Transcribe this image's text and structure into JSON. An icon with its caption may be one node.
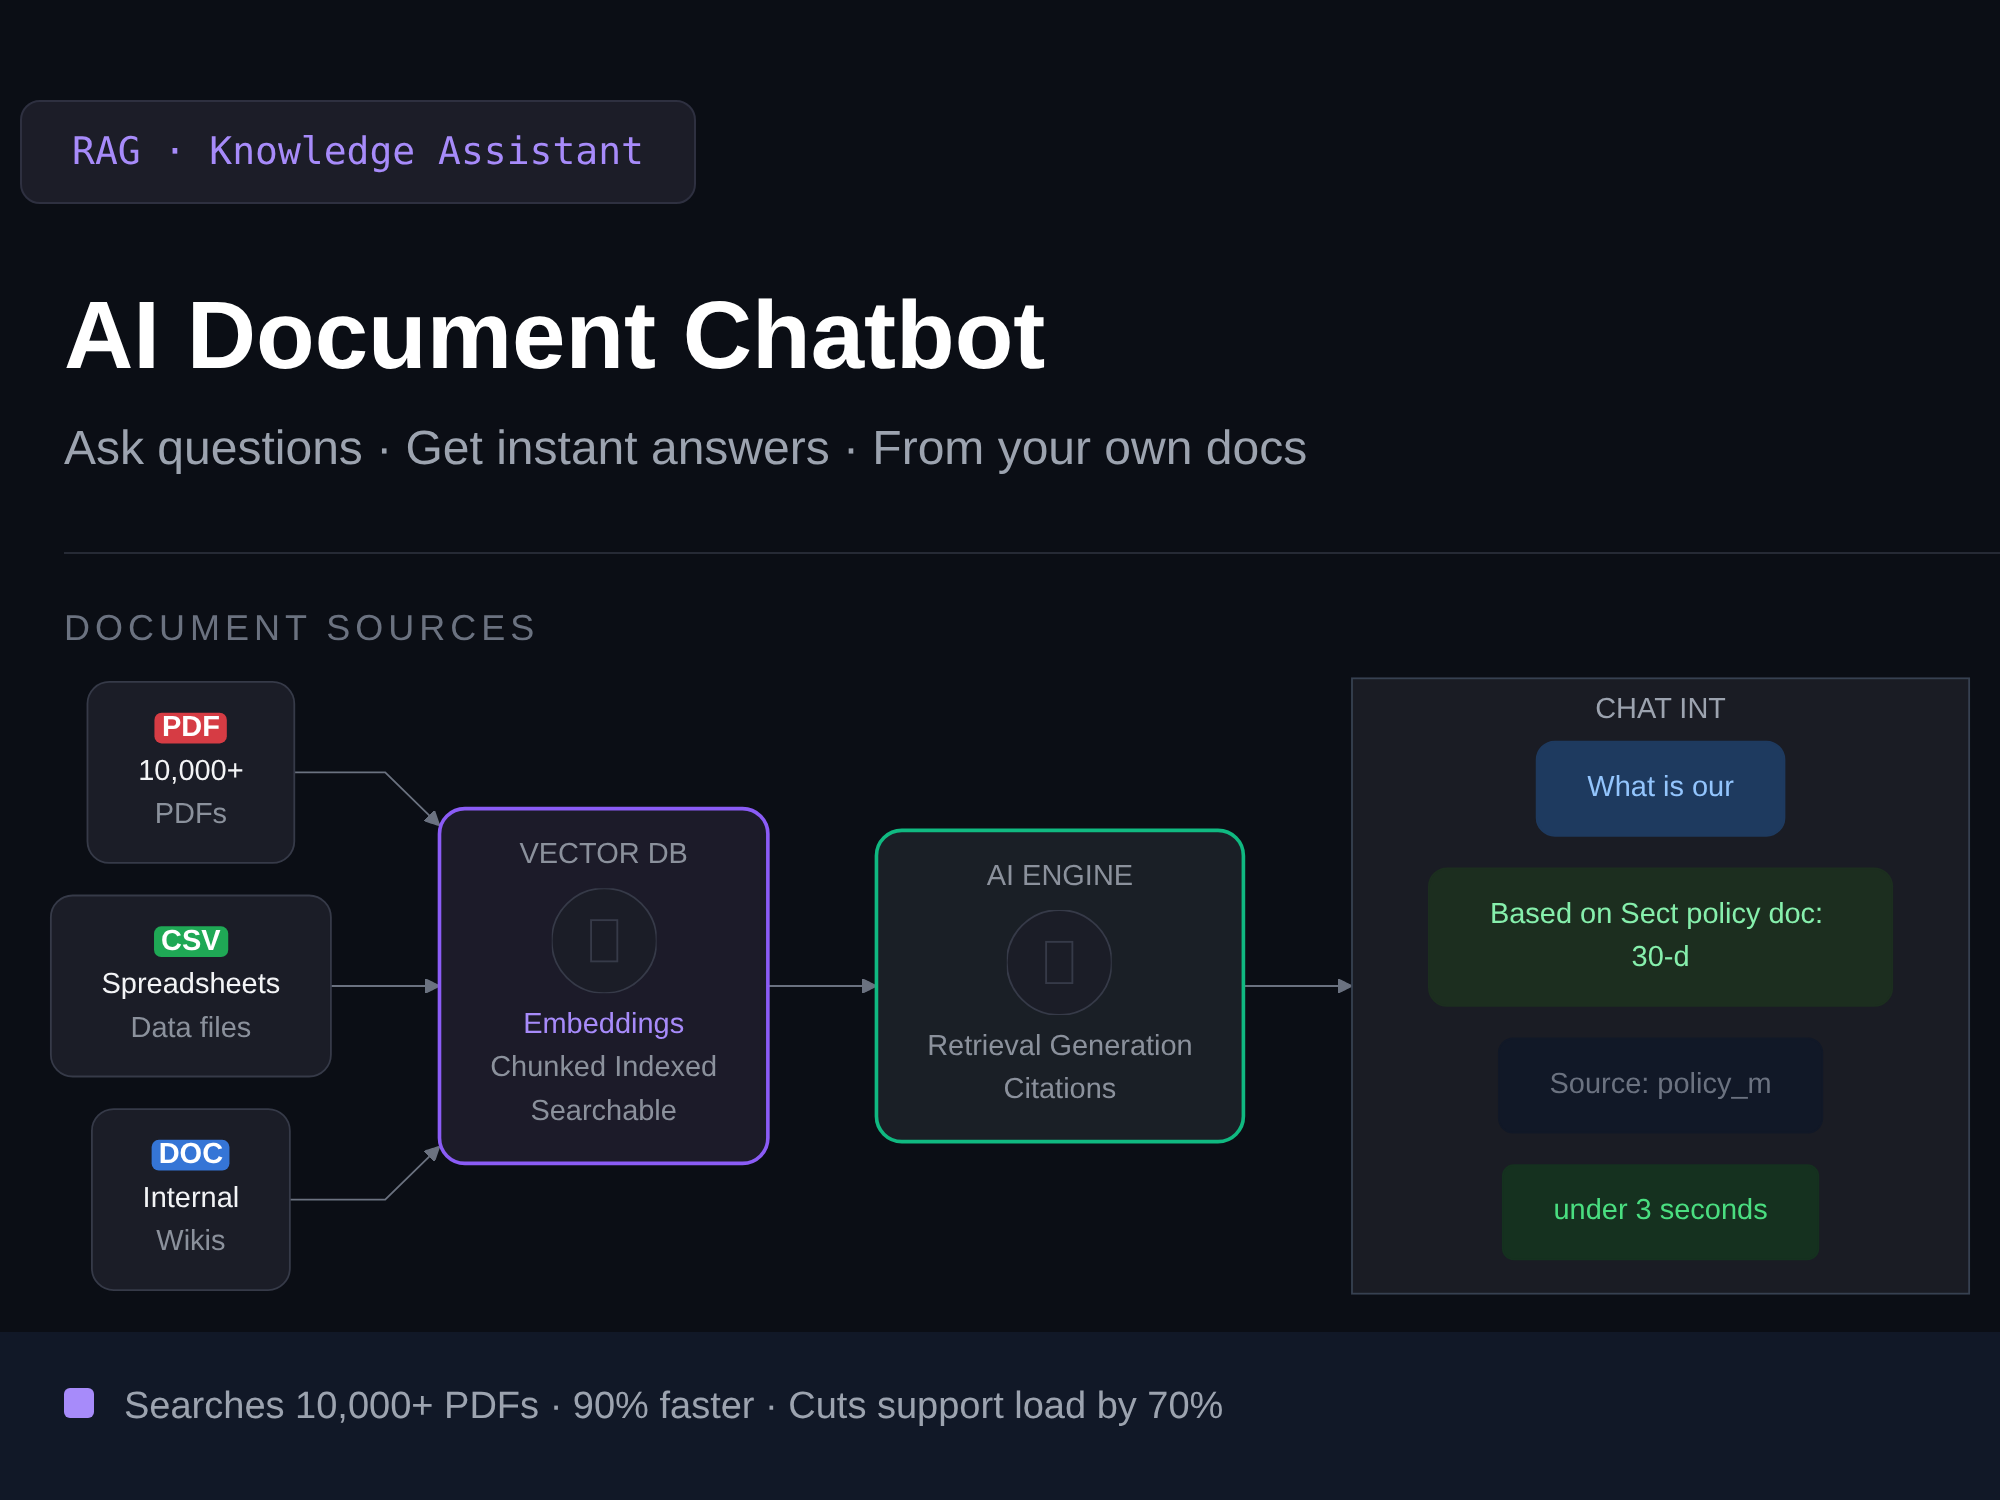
{
  "diagram": {
    "title": "AI Document Chatbot",
    "caption": "Searches 10,000+ PDFs · 90% faster · Cuts support load by 70%",
    "nodes": [
      {
        "text": [
          "PDF",
          "10,000+",
          "PDFs"
        ]
      },
      {
        "text": [
          "CSV",
          "Spreadsheets",
          "Data files"
        ]
      },
      {
        "text": [
          "DOC",
          "Internal",
          "Wikis"
        ]
      },
      {
        "text": [
          "VECTOR DB",
          "Embeddings",
          "Chunked Indexed",
          "Searchable"
        ]
      },
      {
        "text": [
          "AI ENGINE",
          "Retrieval Generation",
          "Citations"
        ]
      },
      {
        "text": [
          "CHAT INT"
        ]
      },
      {
        "text": [
          "What is our"
        ],
        "in": 5
      },
      {
        "text": [
          "Based on Sect policy doc: 30-d"
        ],
        "in": 5
      },
      {
        "text": [
          "Source: policy_m"
        ],
        "in": 5
      },
      {
        "text": [
          "under 3 seconds"
        ],
        "in": 5
      }
    ],
    "edges": [
      {
        "from": 0,
        "to": 3,
        "arrow": "to"
      },
      {
        "from": 1,
        "to": 3,
        "arrow": "to"
      },
      {
        "from": 2,
        "to": 3,
        "arrow": "to"
      },
      {
        "from": 3,
        "to": 4,
        "arrow": "to"
      },
      {
        "from": 4,
        "to": 5,
        "arrow": "to"
      }
    ],
    "labels": [
      "RAG · Knowledge Assistant",
      "Ask questions · Get instant answers · From your own docs",
      "DOCUMENT SOURCES"
    ]
  }
}
